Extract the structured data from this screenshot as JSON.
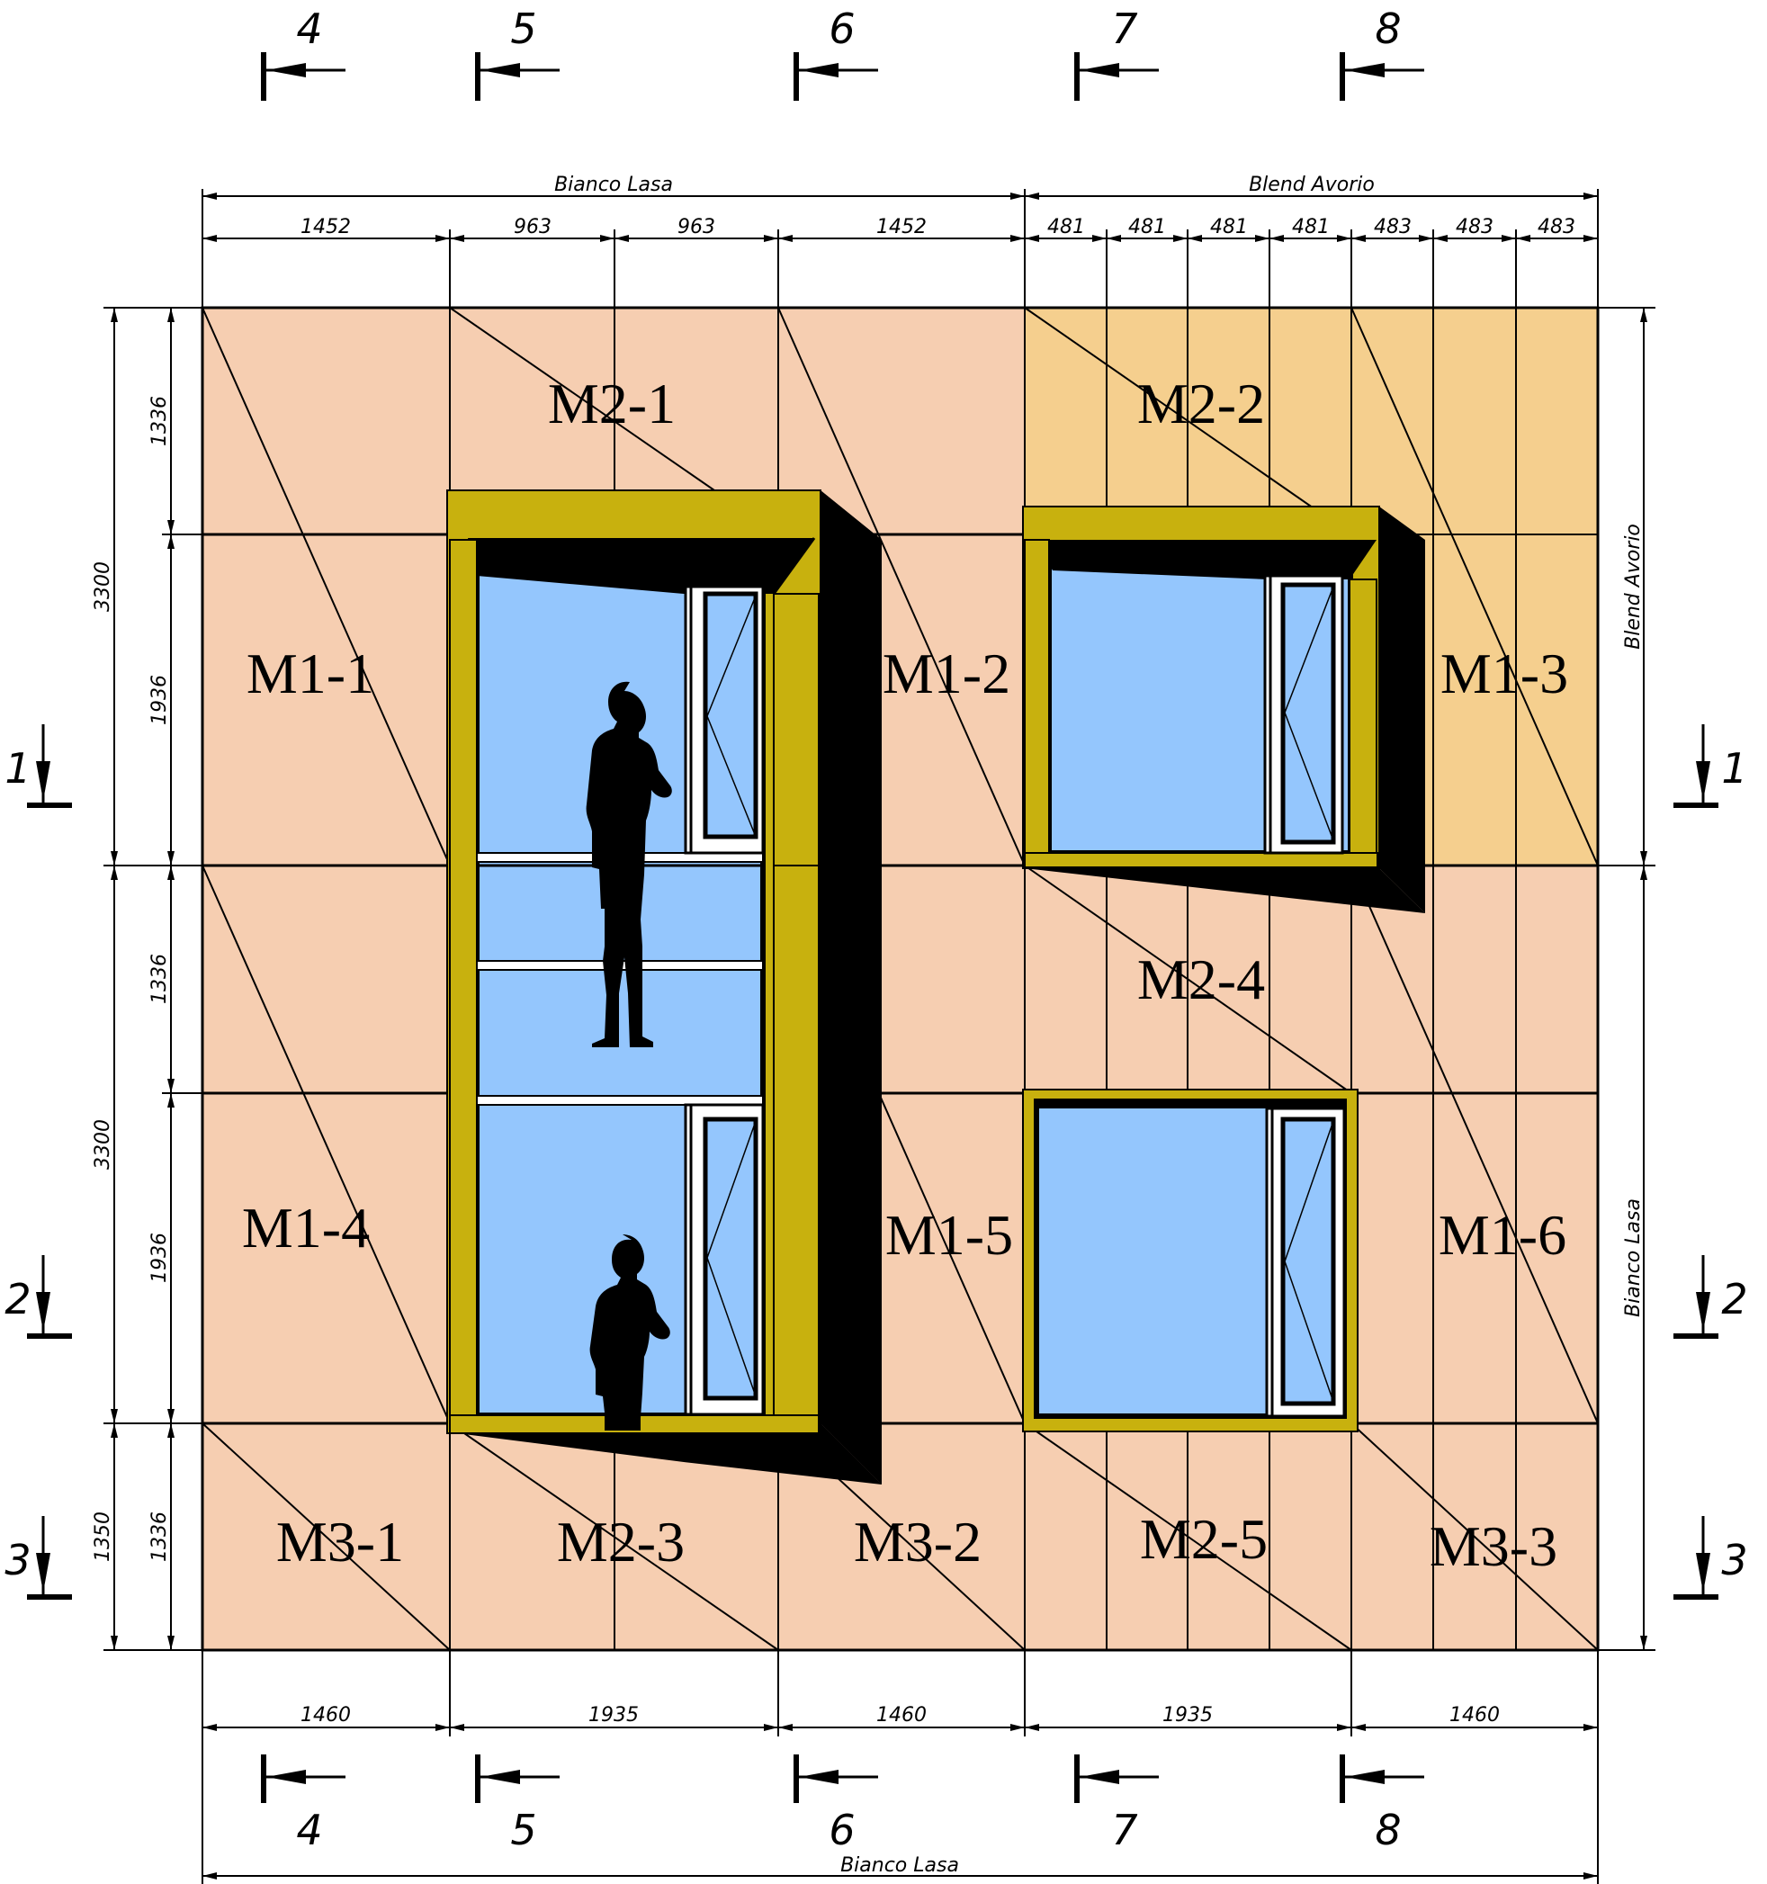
{
  "colors": {
    "bianco": "#f6ceb1",
    "avorio": "#f5cf8e",
    "glass": "#94c6fd",
    "frame": "#c8b10e",
    "shadow": "#000000"
  },
  "materials": {
    "top_left": "Bianco Lasa",
    "top_right": "Blend Avorio",
    "right_upper": "Blend Avorio",
    "right_lower": "Bianco Lasa",
    "bottom": "Bianco Lasa"
  },
  "dims_top": [
    "1452",
    "963",
    "963",
    "1452",
    "481",
    "481",
    "481",
    "481",
    "483",
    "483",
    "483"
  ],
  "dims_bottom": [
    "1460",
    "1935",
    "1460",
    "1935",
    "1460"
  ],
  "dims_left_outer": [
    "3300",
    "3300",
    "1350"
  ],
  "dims_left_inner": [
    "1336",
    "1936",
    "1336",
    "1936",
    "1336"
  ],
  "sections_vertical": [
    "4",
    "5",
    "6",
    "7",
    "8"
  ],
  "sections_horizontal": [
    "1",
    "2",
    "3"
  ],
  "panels": [
    "M2-1",
    "M2-2",
    "M1-1",
    "M1-2",
    "M1-3",
    "M2-4",
    "M1-4",
    "M1-5",
    "M1-6",
    "M3-1",
    "M2-3",
    "M3-2",
    "M2-5",
    "M3-3"
  ],
  "icons": [
    "section-arrow-icon",
    "person-silhouette-icon"
  ]
}
